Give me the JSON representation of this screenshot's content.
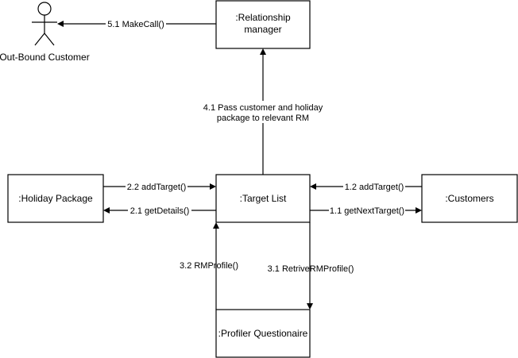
{
  "actor": {
    "name": "Out-Bound Customer"
  },
  "objects": {
    "relationship_manager": {
      "line1": ":Relationship",
      "line2": "manager"
    },
    "target_list": ":Target List",
    "holiday_package": ":Holiday Package",
    "customers": ":Customers",
    "profiler": ":Profiler Questionaire"
  },
  "messages": {
    "m51": "5.1 MakeCall()",
    "m41_line1": "4.1 Pass customer and holiday",
    "m41_line2": "package to relevant RM",
    "m22": "2.2 addTarget()",
    "m21": "2.1 getDetails()",
    "m12": "1.2 addTarget()",
    "m11": "1.1 getNextTarget()",
    "m32": "3.2 RMProfile()",
    "m31": "3.1 RetriveRMProfile()"
  }
}
